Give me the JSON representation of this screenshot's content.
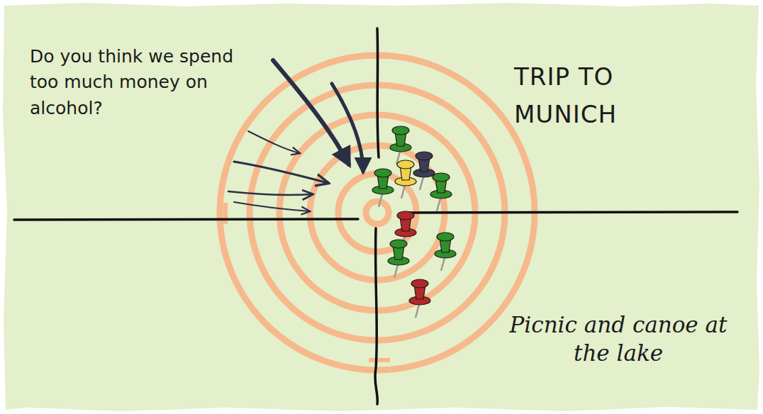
{
  "diagram": {
    "labels": [
      "Do you think we spend too much money on alcohol?",
      "TRIP TO MUNICH",
      "Picnic and canoe at the lake"
    ]
  }
}
